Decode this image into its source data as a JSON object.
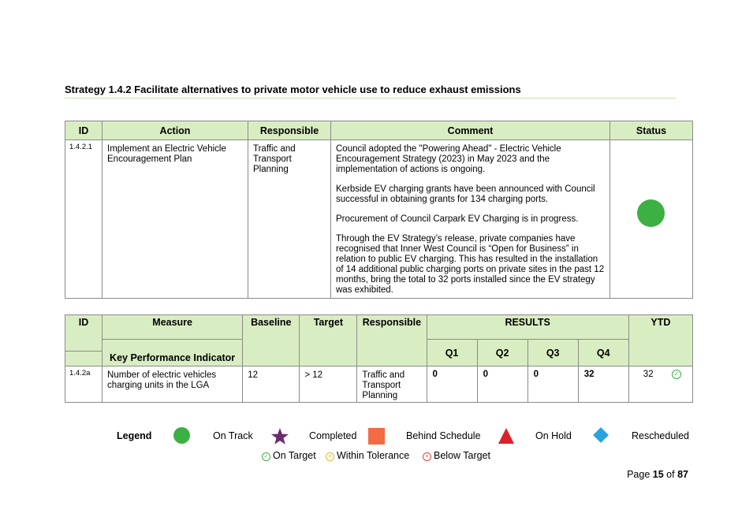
{
  "heading": "Strategy 1.4.2 Facilitate alternatives to private motor vehicle use to reduce exhaust emissions",
  "action_table": {
    "headers": {
      "id": "ID",
      "action": "Action",
      "responsible": "Responsible",
      "comment": "Comment",
      "status": "Status"
    },
    "row": {
      "id": "1.4.2.1",
      "action": "Implement an Electric Vehicle Encouragement Plan",
      "responsible": "Traffic and Transport Planning",
      "comment": [
        "Council adopted the \"Powering Ahead\" - Electric Vehicle Encouragement Strategy (2023) in May 2023 and the implementation of actions is ongoing.",
        "Kerbside EV charging grants have been announced with Council successful in obtaining grants for 134 charging ports.",
        "Procurement of Council Carpark EV Charging is in progress.",
        "Through the EV Strategy’s release, private companies have recognised that Inner West Council is “Open for Business” in relation to public EV charging. This has resulted in the installation of 14 additional public charging ports on private sites in the past 12 months, bring the total to 32 ports installed since the EV strategy was exhibited."
      ],
      "status": "on-track",
      "status_color": "#3cb043"
    }
  },
  "kpi_table": {
    "headers": {
      "id": "ID",
      "measure": "Measure",
      "kpi": "Key Performance Indicator",
      "baseline": "Baseline",
      "target": "Target",
      "responsible": "Responsible",
      "results": "RESULTS",
      "q1": "Q1",
      "q2": "Q2",
      "q3": "Q3",
      "q4": "Q4",
      "ytd": "YTD"
    },
    "row": {
      "id": "1.4.2a",
      "measure": "Number of electric vehicles charging units in the LGA",
      "baseline": "12",
      "target": "> 12",
      "responsible": "Traffic and Transport Planning",
      "q1": "0",
      "q2": "0",
      "q3": "0",
      "q4": "32",
      "ytd": "32",
      "ytd_status": "on-target-icon"
    }
  },
  "legend": {
    "title": "Legend",
    "on_track": "On Track",
    "completed": "Completed",
    "behind_schedule": "Behind Schedule",
    "on_hold": "On Hold",
    "rescheduled": "Rescheduled",
    "on_target": "On Target",
    "within_tolerance": "Within Tolerance",
    "below_target": "Below Target",
    "colors": {
      "on_track": "#3cb043",
      "completed": "#6b2c6e",
      "behind_schedule": "#f26b43",
      "on_hold": "#d9222a",
      "rescheduled": "#29a3e0"
    }
  },
  "page": {
    "prefix": "Page",
    "current": "15",
    "of": "of",
    "total": "87"
  }
}
